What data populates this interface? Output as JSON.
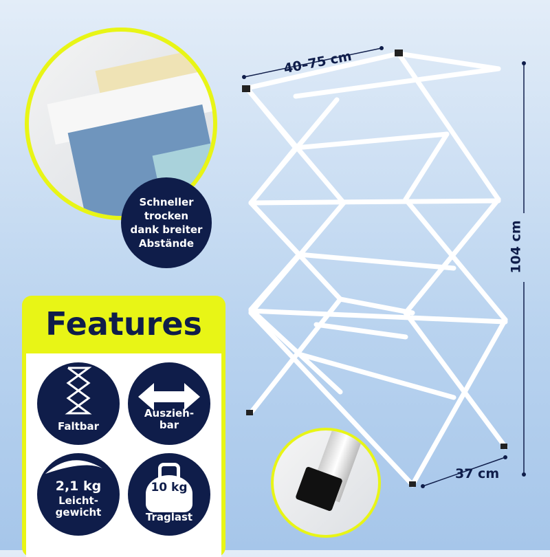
{
  "dimensions": {
    "width": "40–75 cm",
    "height": "104 cm",
    "depth": "37 cm"
  },
  "callout": {
    "lines": [
      "Schneller",
      "trocken",
      "dank breiter",
      "Abstände"
    ]
  },
  "features": {
    "title": "Features",
    "items": [
      {
        "icon": "scissor-fold-icon",
        "label": "Faltbar"
      },
      {
        "icon": "double-arrow-icon",
        "label": "Auszieh-\nbar"
      },
      {
        "icon": "feather-icon",
        "value": "2,1 kg",
        "label": "Leicht-\ngewicht"
      },
      {
        "icon": "kettlebell-icon",
        "value": "10 kg",
        "label": "Traglast"
      }
    ]
  },
  "colors": {
    "navy": "#0f1d4a",
    "accent": "#e8f516"
  }
}
